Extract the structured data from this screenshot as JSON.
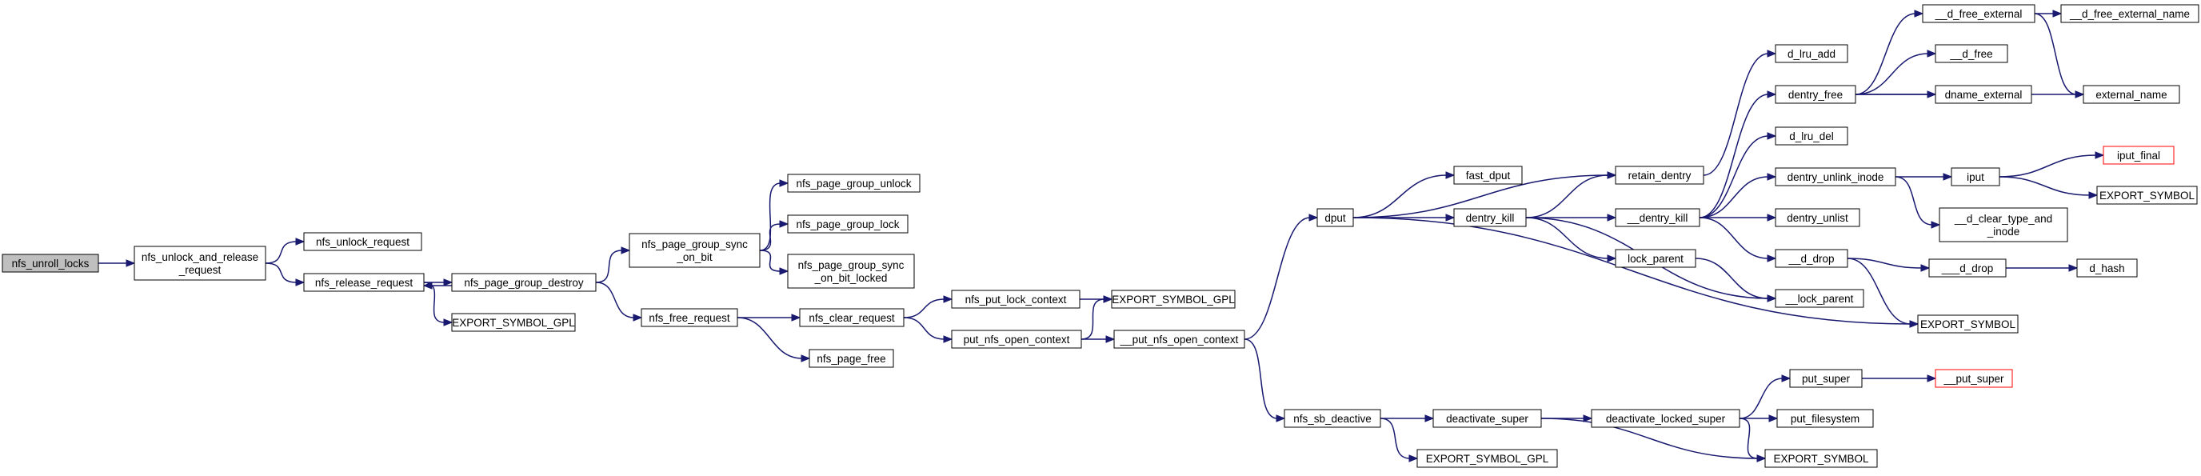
{
  "graph": {
    "colors": {
      "edge": "#191970",
      "root_fill": "#bfbfbf",
      "truncated_border": "#ff0000",
      "node_border": "#000000"
    },
    "nodes": [
      {
        "id": "nfs_unroll_locks",
        "lines": [
          "nfs_unroll_locks"
        ],
        "root": true
      },
      {
        "id": "nfs_unlock_and_release_request",
        "lines": [
          "nfs_unlock_and_release",
          "_request"
        ]
      },
      {
        "id": "nfs_unlock_request",
        "lines": [
          "nfs_unlock_request"
        ]
      },
      {
        "id": "nfs_release_request",
        "lines": [
          "nfs_release_request"
        ]
      },
      {
        "id": "export_symbol_gpl_1",
        "lines": [
          "EXPORT_SYMBOL_GPL"
        ]
      },
      {
        "id": "nfs_page_group_destroy",
        "lines": [
          "nfs_page_group_destroy"
        ]
      },
      {
        "id": "nfs_page_group_sync_on_bit",
        "lines": [
          "nfs_page_group_sync",
          "_on_bit"
        ]
      },
      {
        "id": "nfs_page_group_unlock",
        "lines": [
          "nfs_page_group_unlock"
        ]
      },
      {
        "id": "nfs_page_group_lock",
        "lines": [
          "nfs_page_group_lock"
        ]
      },
      {
        "id": "nfs_page_group_sync_on_bit_locked",
        "lines": [
          "nfs_page_group_sync",
          "_on_bit_locked"
        ]
      },
      {
        "id": "nfs_free_request",
        "lines": [
          "nfs_free_request"
        ]
      },
      {
        "id": "nfs_clear_request",
        "lines": [
          "nfs_clear_request"
        ]
      },
      {
        "id": "nfs_page_free",
        "lines": [
          "nfs_page_free"
        ]
      },
      {
        "id": "nfs_put_lock_context",
        "lines": [
          "nfs_put_lock_context"
        ]
      },
      {
        "id": "put_nfs_open_context",
        "lines": [
          "put_nfs_open_context"
        ]
      },
      {
        "id": "export_symbol_gpl_2",
        "lines": [
          "EXPORT_SYMBOL_GPL"
        ]
      },
      {
        "id": "put_nfs_open_context_2",
        "lines": [
          "__put_nfs_open_context"
        ]
      },
      {
        "id": "dput",
        "lines": [
          "dput"
        ]
      },
      {
        "id": "nfs_sb_deactive",
        "lines": [
          "nfs_sb_deactive"
        ]
      },
      {
        "id": "fast_dput",
        "lines": [
          "fast_dput"
        ]
      },
      {
        "id": "dentry_kill",
        "lines": [
          "dentry_kill"
        ]
      },
      {
        "id": "retain_dentry",
        "lines": [
          "retain_dentry"
        ]
      },
      {
        "id": "__dentry_kill",
        "lines": [
          "__dentry_kill"
        ]
      },
      {
        "id": "lock_parent",
        "lines": [
          "lock_parent"
        ]
      },
      {
        "id": "__lock_parent",
        "lines": [
          "__lock_parent"
        ]
      },
      {
        "id": "d_lru_add",
        "lines": [
          "d_lru_add"
        ]
      },
      {
        "id": "dentry_free",
        "lines": [
          "dentry_free"
        ]
      },
      {
        "id": "d_lru_del",
        "lines": [
          "d_lru_del"
        ]
      },
      {
        "id": "dentry_unlink_inode",
        "lines": [
          "dentry_unlink_inode"
        ]
      },
      {
        "id": "dentry_unlist",
        "lines": [
          "dentry_unlist"
        ]
      },
      {
        "id": "__d_drop",
        "lines": [
          "__d_drop"
        ]
      },
      {
        "id": "___d_drop",
        "lines": [
          "___d_drop"
        ]
      },
      {
        "id": "d_hash",
        "lines": [
          "d_hash"
        ]
      },
      {
        "id": "__d_free_external",
        "lines": [
          "__d_free_external"
        ]
      },
      {
        "id": "__d_free_external_name",
        "lines": [
          "__d_free_external_name"
        ]
      },
      {
        "id": "__d_free",
        "lines": [
          "__d_free"
        ]
      },
      {
        "id": "dname_external",
        "lines": [
          "dname_external"
        ]
      },
      {
        "id": "external_name",
        "lines": [
          "external_name"
        ]
      },
      {
        "id": "iput",
        "lines": [
          "iput"
        ]
      },
      {
        "id": "iput_final",
        "lines": [
          "iput_final"
        ],
        "truncated": true
      },
      {
        "id": "export_symbol_3",
        "lines": [
          "EXPORT_SYMBOL"
        ]
      },
      {
        "id": "__d_clear_type_and_inode",
        "lines": [
          "__d_clear_type_and",
          "_inode"
        ]
      },
      {
        "id": "export_symbol_4",
        "lines": [
          "EXPORT_SYMBOL"
        ]
      },
      {
        "id": "deactivate_super",
        "lines": [
          "deactivate_super"
        ]
      },
      {
        "id": "export_symbol_gpl_3",
        "lines": [
          "EXPORT_SYMBOL_GPL"
        ]
      },
      {
        "id": "deactivate_locked_super",
        "lines": [
          "deactivate_locked_super"
        ]
      },
      {
        "id": "put_super",
        "lines": [
          "put_super"
        ]
      },
      {
        "id": "__put_super",
        "lines": [
          "__put_super"
        ],
        "truncated": true
      },
      {
        "id": "put_filesystem",
        "lines": [
          "put_filesystem"
        ]
      },
      {
        "id": "export_symbol_5",
        "lines": [
          "EXPORT_SYMBOL"
        ]
      }
    ],
    "edges": [
      [
        "nfs_unroll_locks",
        "nfs_unlock_and_release_request"
      ],
      [
        "nfs_unlock_and_release_request",
        "nfs_unlock_request"
      ],
      [
        "nfs_unlock_and_release_request",
        "nfs_release_request"
      ],
      [
        "nfs_release_request",
        "export_symbol_gpl_1"
      ],
      [
        "nfs_release_request",
        "nfs_page_group_destroy"
      ],
      [
        "nfs_page_group_destroy",
        "nfs_release_request"
      ],
      [
        "nfs_page_group_destroy",
        "nfs_page_group_sync_on_bit"
      ],
      [
        "nfs_page_group_destroy",
        "nfs_free_request"
      ],
      [
        "nfs_page_group_sync_on_bit",
        "nfs_page_group_unlock"
      ],
      [
        "nfs_page_group_sync_on_bit",
        "nfs_page_group_lock"
      ],
      [
        "nfs_page_group_sync_on_bit",
        "nfs_page_group_sync_on_bit_locked"
      ],
      [
        "nfs_free_request",
        "nfs_clear_request"
      ],
      [
        "nfs_free_request",
        "nfs_page_free"
      ],
      [
        "nfs_clear_request",
        "nfs_put_lock_context"
      ],
      [
        "nfs_clear_request",
        "put_nfs_open_context"
      ],
      [
        "nfs_put_lock_context",
        "export_symbol_gpl_2"
      ],
      [
        "put_nfs_open_context",
        "export_symbol_gpl_2"
      ],
      [
        "put_nfs_open_context",
        "put_nfs_open_context_2"
      ],
      [
        "put_nfs_open_context_2",
        "dput"
      ],
      [
        "put_nfs_open_context_2",
        "nfs_sb_deactive"
      ],
      [
        "dput",
        "fast_dput"
      ],
      [
        "dput",
        "retain_dentry"
      ],
      [
        "dput",
        "dentry_kill"
      ],
      [
        "dput",
        "export_symbol_4"
      ],
      [
        "dentry_kill",
        "retain_dentry"
      ],
      [
        "dentry_kill",
        "__dentry_kill"
      ],
      [
        "dentry_kill",
        "lock_parent"
      ],
      [
        "dentry_kill",
        "__lock_parent"
      ],
      [
        "retain_dentry",
        "d_lru_add"
      ],
      [
        "__dentry_kill",
        "dentry_free"
      ],
      [
        "__dentry_kill",
        "d_lru_del"
      ],
      [
        "__dentry_kill",
        "dentry_unlink_inode"
      ],
      [
        "__dentry_kill",
        "dentry_unlist"
      ],
      [
        "__dentry_kill",
        "__d_drop"
      ],
      [
        "lock_parent",
        "__lock_parent"
      ],
      [
        "dentry_free",
        "__d_free_external"
      ],
      [
        "dentry_free",
        "__d_free"
      ],
      [
        "dentry_free",
        "dname_external"
      ],
      [
        "dentry_free",
        "external_name"
      ],
      [
        "__d_free_external",
        "__d_free_external_name"
      ],
      [
        "__d_free_external",
        "external_name"
      ],
      [
        "dentry_unlink_inode",
        "iput"
      ],
      [
        "dentry_unlink_inode",
        "__d_clear_type_and_inode"
      ],
      [
        "iput",
        "iput_final"
      ],
      [
        "iput",
        "export_symbol_3"
      ],
      [
        "__d_drop",
        "___d_drop"
      ],
      [
        "__d_drop",
        "export_symbol_4"
      ],
      [
        "___d_drop",
        "d_hash"
      ],
      [
        "nfs_sb_deactive",
        "deactivate_super"
      ],
      [
        "nfs_sb_deactive",
        "export_symbol_gpl_3"
      ],
      [
        "deactivate_super",
        "deactivate_locked_super"
      ],
      [
        "deactivate_super",
        "export_symbol_5"
      ],
      [
        "deactivate_locked_super",
        "put_super"
      ],
      [
        "deactivate_locked_super",
        "put_filesystem"
      ],
      [
        "deactivate_locked_super",
        "export_symbol_5"
      ],
      [
        "put_super",
        "__put_super"
      ]
    ]
  }
}
